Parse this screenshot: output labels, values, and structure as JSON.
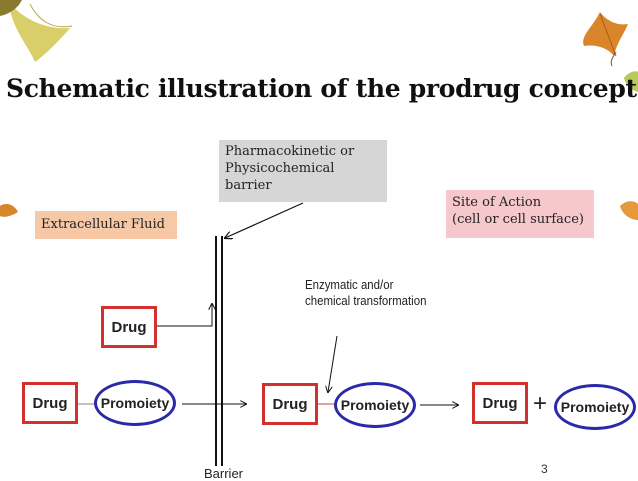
{
  "title": "Schematic illustration of the prodrug concept",
  "labels": {
    "pk_barrier_line1": "Pharmacokinetic or",
    "pk_barrier_line2": "Physicochemical",
    "pk_barrier_line3": "barrier",
    "extracellular_fluid": "Extracellular Fluid",
    "site_of_action_line1": "Site of Action",
    "site_of_action_line2": "(cell or cell surface)",
    "enzymatic_line1": "Enzymatic and/or",
    "enzymatic_line2": "chemical transformation",
    "barrier": "Barrier"
  },
  "nodes": {
    "drug": "Drug",
    "promoiety": "Promoiety",
    "plus": "+"
  },
  "slide_number": "3",
  "colors": {
    "drug_border": "#d33030",
    "promoiety_border": "#2a2aa8",
    "pk_box": "#d6d6d6",
    "ecf_box": "#f7c8a6",
    "soa_box": "#f6c8cc"
  }
}
